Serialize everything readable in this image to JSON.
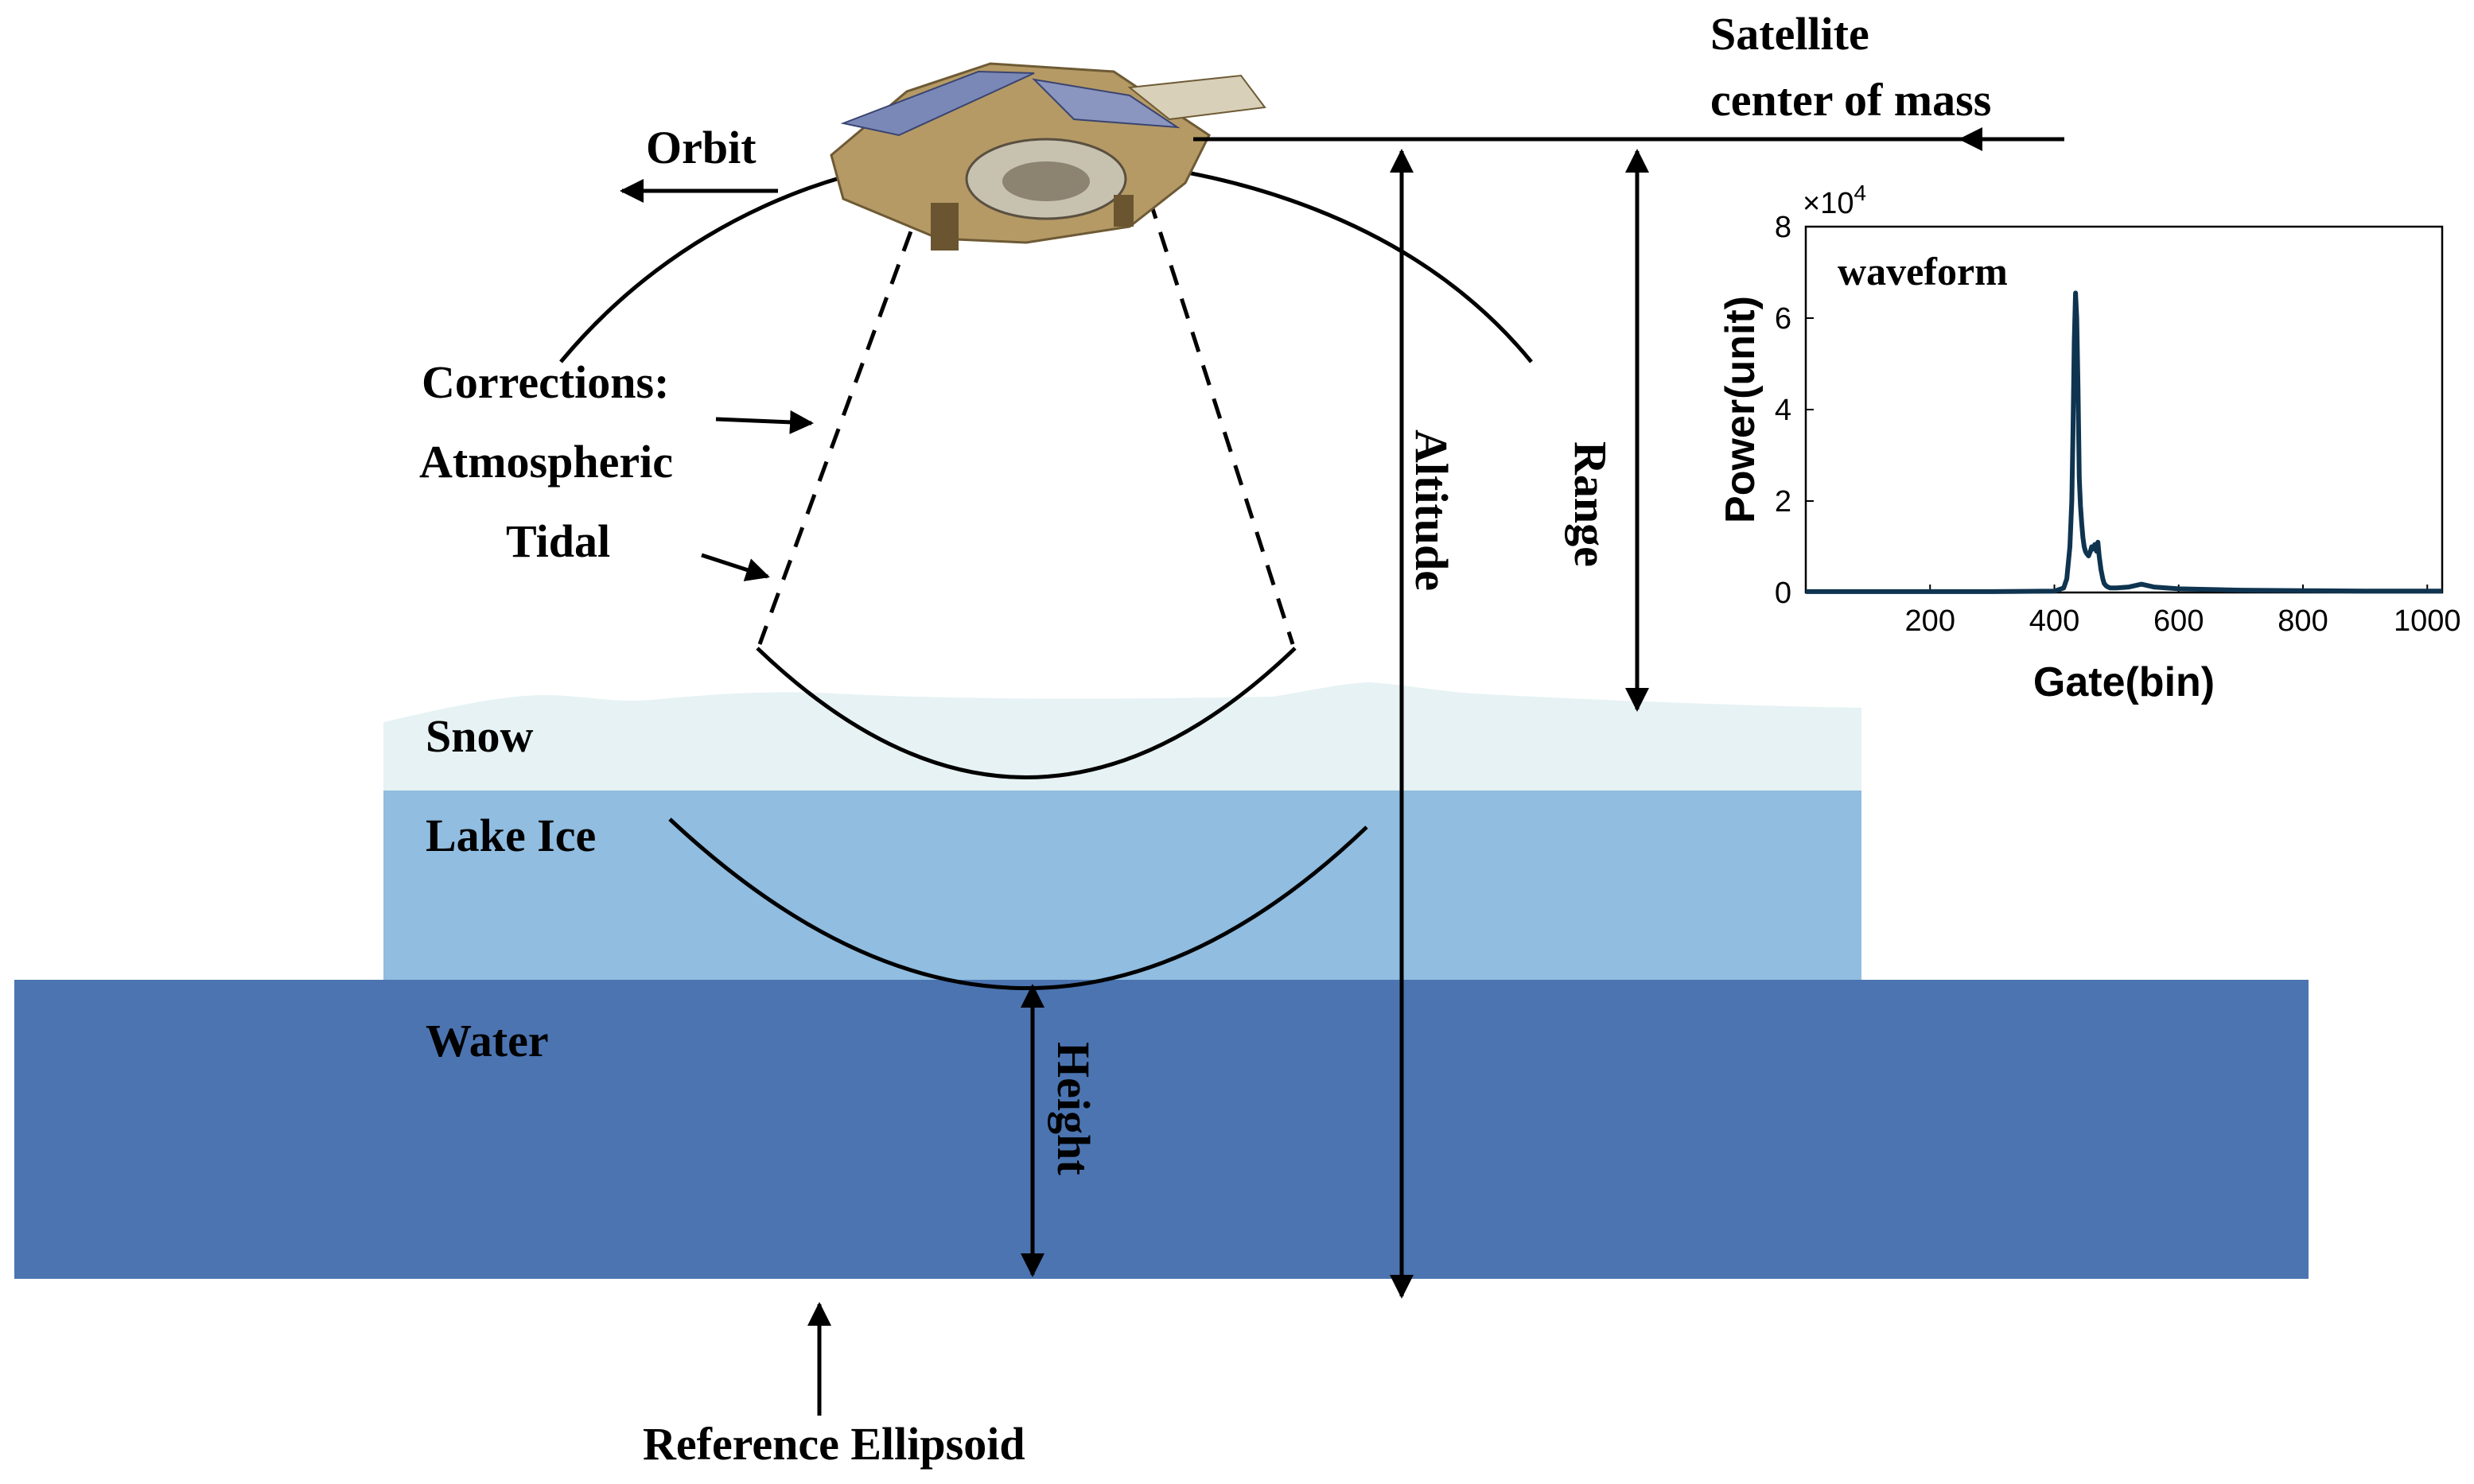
{
  "labels": {
    "satellite_line1": "Satellite",
    "satellite_line2": "center of mass",
    "orbit": "Orbit",
    "corrections": "Corrections:",
    "atmospheric": "Atmospheric",
    "tidal": "Tidal",
    "altitude": "Altitude",
    "range": "Range",
    "height": "Height",
    "snow": "Snow",
    "lake_ice": "Lake Ice",
    "water": "Water",
    "reference_ellipsoid": "Reference Ellipsoid"
  },
  "colors": {
    "snow": "#e6f2f3",
    "lake_ice": "#90bde0",
    "water": "#4b74b1",
    "waveform_line": "#0f3450"
  },
  "icons": {
    "satellite": "satellite-icon"
  },
  "chart_data": {
    "type": "line",
    "title": "waveform",
    "xlabel": "Gate(bin)",
    "ylabel": "Power(unit)",
    "y_multiplier": "×10",
    "y_multiplier_exponent": "4",
    "xlim": [
      0,
      1024
    ],
    "ylim": [
      0,
      8
    ],
    "xticks": [
      200,
      400,
      600,
      800,
      1000
    ],
    "yticks": [
      0,
      2,
      4,
      6,
      8
    ],
    "grid": false,
    "series": [
      {
        "x": [
          0,
          100,
          200,
          300,
          400,
          415,
          420,
          425,
          428,
          430,
          432,
          434,
          436,
          438,
          440,
          442,
          444,
          446,
          448,
          450,
          452,
          455,
          458,
          460,
          462,
          465,
          468,
          470,
          472,
          475,
          478,
          480,
          483,
          486,
          490,
          500,
          520,
          540,
          560,
          600,
          700,
          800,
          900,
          1024
        ],
        "y": [
          0.02,
          0.02,
          0.02,
          0.02,
          0.03,
          0.1,
          0.3,
          1.0,
          2.0,
          3.5,
          5.5,
          6.55,
          6.0,
          4.5,
          2.5,
          1.9,
          1.5,
          1.2,
          1.0,
          0.9,
          0.85,
          0.8,
          0.9,
          1.0,
          0.95,
          1.05,
          0.9,
          1.1,
          0.8,
          0.5,
          0.3,
          0.2,
          0.15,
          0.12,
          0.1,
          0.1,
          0.12,
          0.18,
          0.12,
          0.08,
          0.05,
          0.04,
          0.03,
          0.03
        ]
      }
    ]
  }
}
